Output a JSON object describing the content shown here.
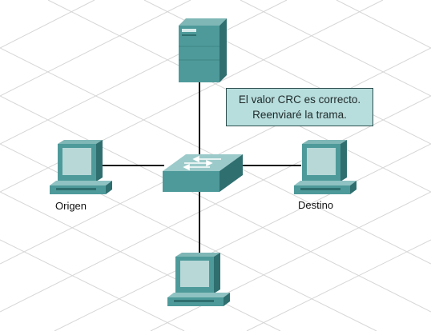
{
  "callout": {
    "line1": "El valor CRC es correcto.",
    "line2": "Reenviaré la trama."
  },
  "labels": {
    "origin": "Origen",
    "destination": "Destino"
  },
  "colors": {
    "device_body": "#4e9a9a",
    "device_dark": "#2f6f70",
    "screen": "#b8d8d8",
    "callout_bg": "#b7dddc",
    "grid": "#d9d9d9",
    "cable": "#111111"
  },
  "devices": [
    {
      "name": "server-icon",
      "role": "server"
    },
    {
      "name": "switch-icon",
      "role": "switch"
    },
    {
      "name": "pc-origin-icon",
      "role": "computer"
    },
    {
      "name": "pc-destination-icon",
      "role": "computer"
    },
    {
      "name": "pc-bottom-icon",
      "role": "computer"
    }
  ]
}
